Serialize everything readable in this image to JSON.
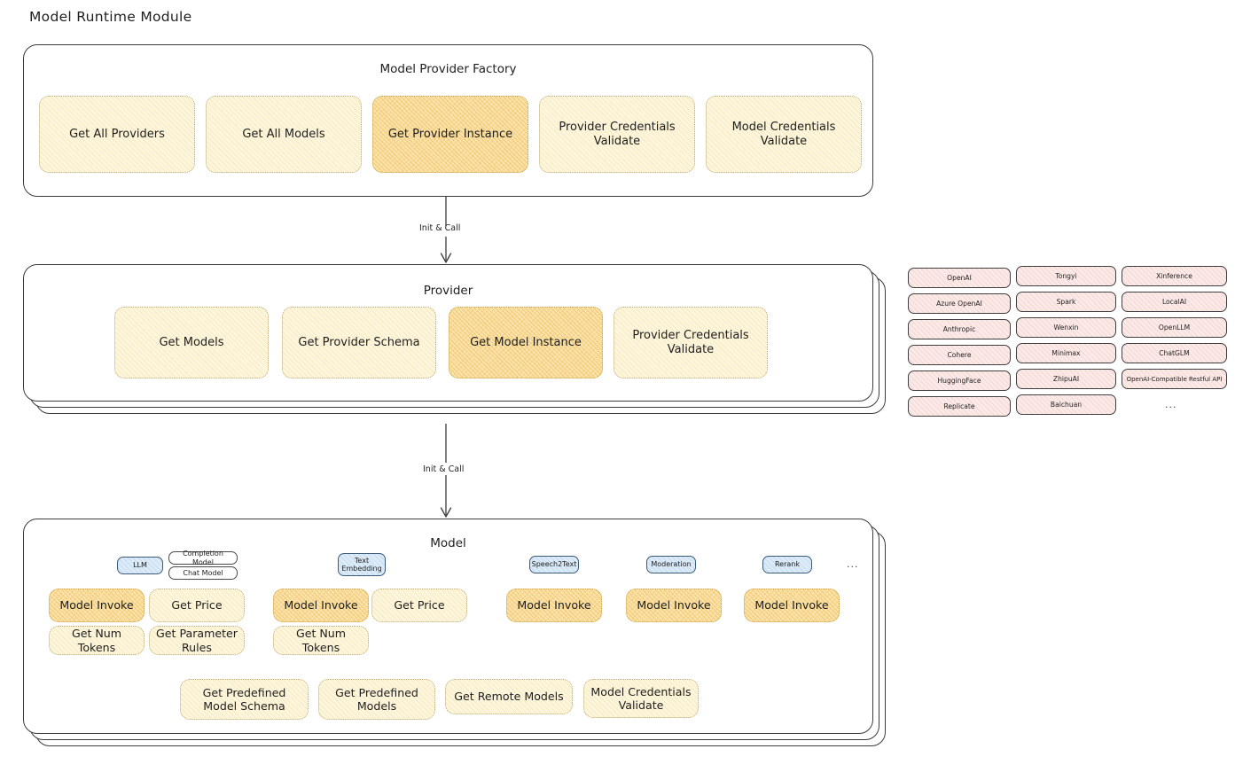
{
  "page": {
    "title": "Model Runtime Module"
  },
  "factory": {
    "caption": "Model Provider Factory",
    "cards": [
      {
        "label": "Get All Providers",
        "highlight": false
      },
      {
        "label": "Get All Models",
        "highlight": false
      },
      {
        "label": "Get Provider Instance",
        "highlight": true
      },
      {
        "label": "Provider Credentials Validate",
        "highlight": false
      },
      {
        "label": "Model Credentials Validate",
        "highlight": false
      }
    ]
  },
  "arrows": [
    {
      "label": "Init & Call",
      "from": "factory",
      "to": "provider"
    },
    {
      "label": "Init & Call",
      "from": "provider",
      "to": "model"
    }
  ],
  "provider": {
    "caption": "Provider",
    "cards": [
      {
        "label": "Get Models",
        "highlight": false
      },
      {
        "label": "Get Provider Schema",
        "highlight": false
      },
      {
        "label": "Get Model Instance",
        "highlight": true
      },
      {
        "label": "Provider Credentials Validate",
        "highlight": false
      }
    ]
  },
  "providers_list": {
    "columns": [
      {
        "tags": [
          "OpenAI",
          "Azure OpenAI",
          "Anthropic",
          "Cohere",
          "HuggingFace",
          "Replicate"
        ]
      },
      {
        "tags": [
          "Tongyi",
          "Spark",
          "Wenxin",
          "Minimax",
          "ZhipuAI",
          "Baichuan"
        ]
      },
      {
        "tags": [
          "Xinference",
          "LocalAI",
          "OpenLLM",
          "ChatGLM",
          "OpenAI-Compatible Restful API"
        ]
      }
    ],
    "more": "..."
  },
  "model": {
    "caption": "Model",
    "more": "...",
    "types": [
      {
        "badge": "LLM",
        "badge_style": "blue",
        "sub_badges": [
          "Completion Model",
          "Chat Model"
        ],
        "methods": [
          {
            "label": "Model Invoke",
            "highlight": true
          },
          {
            "label": "Get Price",
            "highlight": false
          },
          {
            "label": "Get Num Tokens",
            "highlight": false
          },
          {
            "label": "Get Parameter Rules",
            "highlight": false
          }
        ]
      },
      {
        "badge": "Text Embedding",
        "badge_style": "blue",
        "sub_badges": [],
        "methods": [
          {
            "label": "Model Invoke",
            "highlight": true
          },
          {
            "label": "Get Price",
            "highlight": false
          },
          {
            "label": "Get Num Tokens",
            "highlight": false
          }
        ]
      },
      {
        "badge": "Speech2Text",
        "badge_style": "blue",
        "sub_badges": [],
        "methods": [
          {
            "label": "Model Invoke",
            "highlight": true
          }
        ]
      },
      {
        "badge": "Moderation",
        "badge_style": "blue",
        "sub_badges": [],
        "methods": [
          {
            "label": "Model Invoke",
            "highlight": true
          }
        ]
      },
      {
        "badge": "Rerank",
        "badge_style": "blue",
        "sub_badges": [],
        "methods": [
          {
            "label": "Model Invoke",
            "highlight": true
          }
        ]
      }
    ],
    "shared_methods": [
      "Get Predefined Model Schema",
      "Get Predefined Models",
      "Get Remote Models",
      "Model Credentials Validate"
    ]
  },
  "colors": {
    "card_fill": "#fdf6de",
    "card_fill_highlight": "#fae3ae",
    "badge_blue": "#dcebf7",
    "provider_tag": "#fbeae8",
    "stroke": "#3b3b3b"
  }
}
